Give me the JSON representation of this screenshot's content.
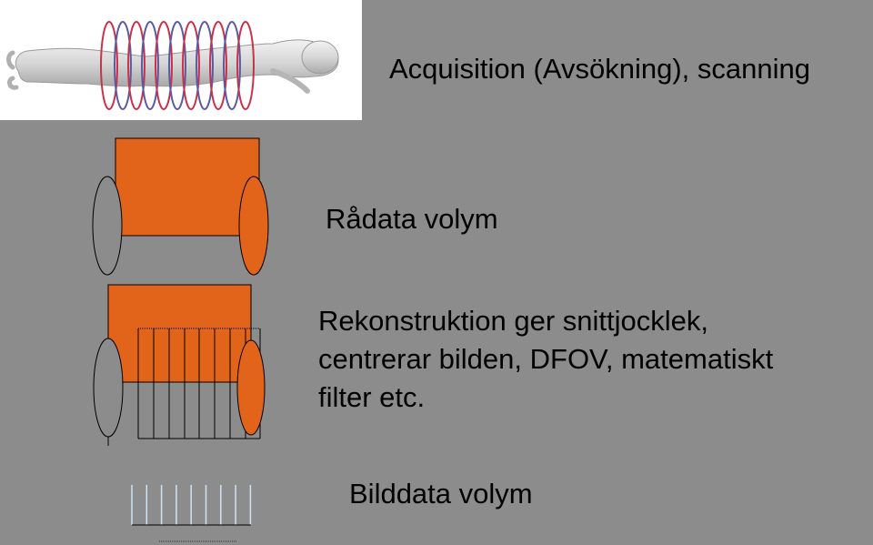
{
  "labels": {
    "acquisition": "Acquisition (Avsökning), scanning",
    "raw_volume": "Rådata volym",
    "reconstruction_line1": "Rekonstruktion ger snittjocklek,",
    "reconstruction_line2": "centrerar bilden, DFOV, matematiskt",
    "reconstruction_line3": "filter etc.",
    "image_volume": "Bilddata volym"
  },
  "colors": {
    "background": "#8c8c8c",
    "volume_fill": "#e2631a",
    "ring_red": "#c8334b",
    "ring_blue": "#5a5aa8",
    "slice_line": "#cfe3f5"
  }
}
